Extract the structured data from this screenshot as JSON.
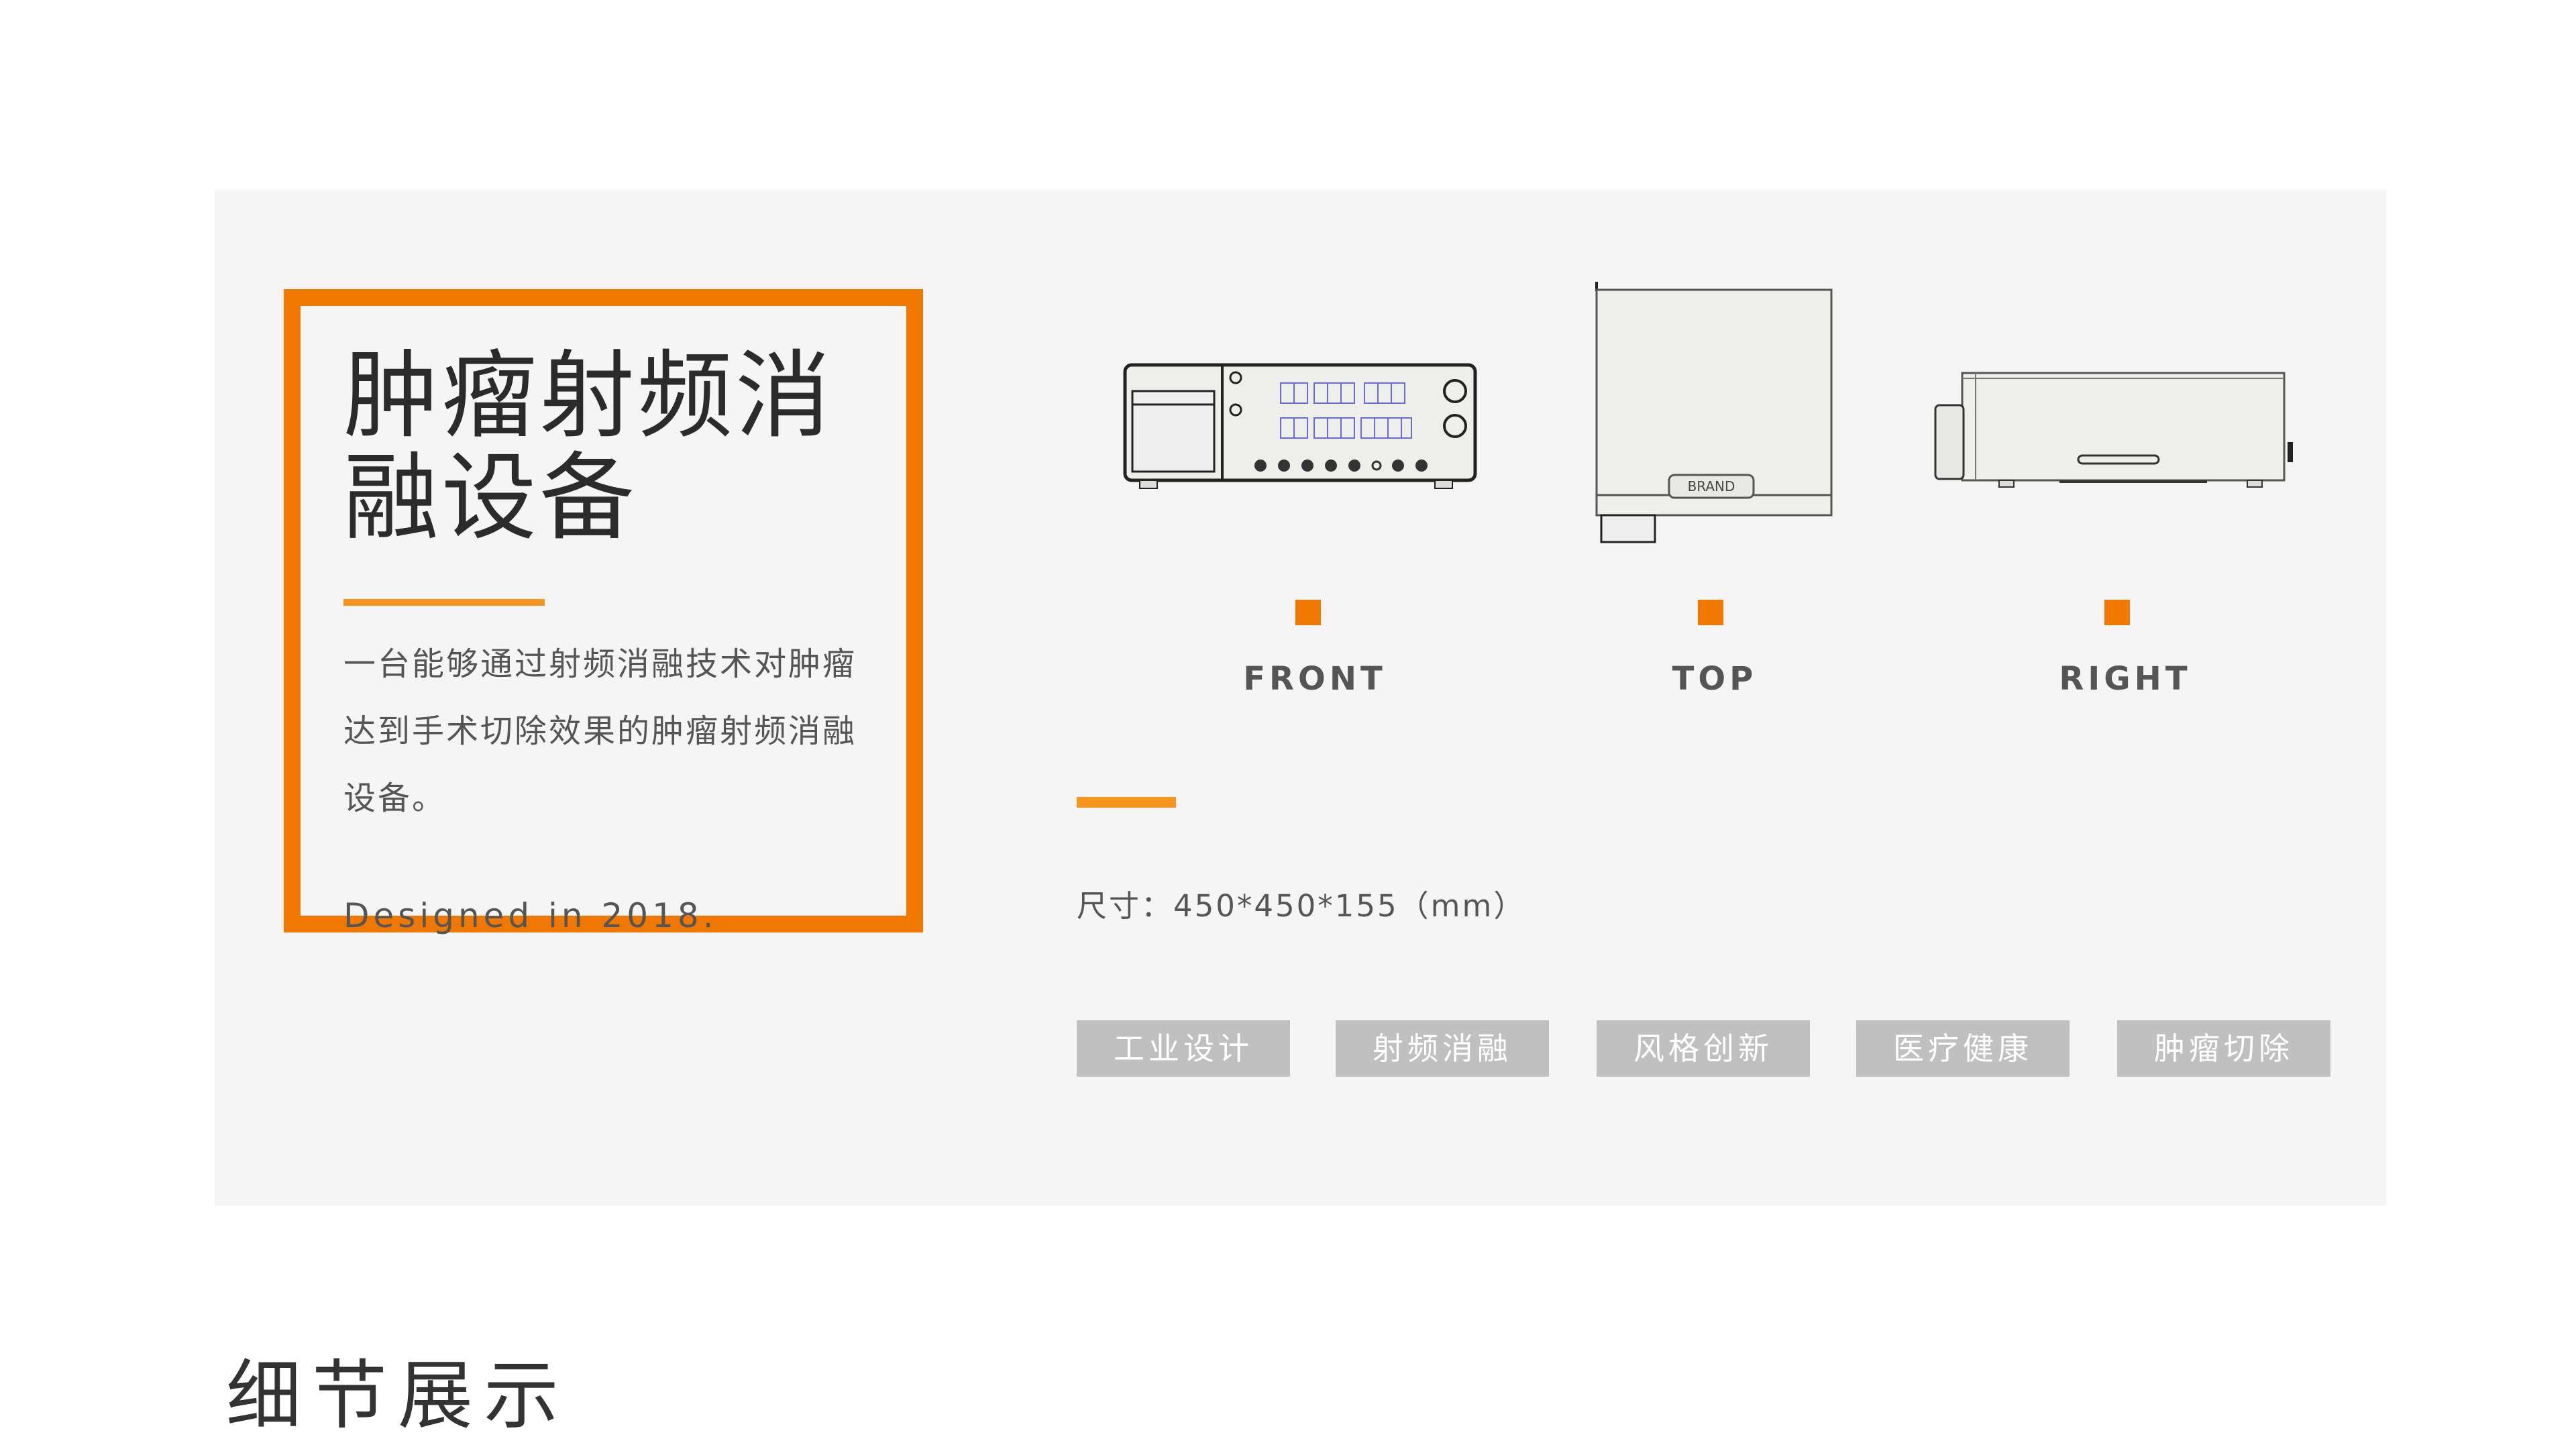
{
  "product": {
    "title": "肿瘤射频消融设备",
    "description": "一台能够通过射频消融技术对肿瘤达到手术切除效果的肿瘤射频消融设备。",
    "designed": "Designed in 2018.",
    "size": "尺寸：450*450*155（mm）"
  },
  "views": [
    {
      "label": "FRONT"
    },
    {
      "label": "TOP"
    },
    {
      "label": "RIGHT"
    }
  ],
  "brand_mark": "BRAND",
  "tags": [
    "工业设计",
    "射频消融",
    "风格创新",
    "医疗健康",
    "肿瘤切除"
  ],
  "section_title": "细节展示",
  "colors": {
    "accent": "#f07800",
    "accent_light": "#f7941d",
    "panel": "#f5f5f5",
    "tag": "#c0c0c0"
  }
}
